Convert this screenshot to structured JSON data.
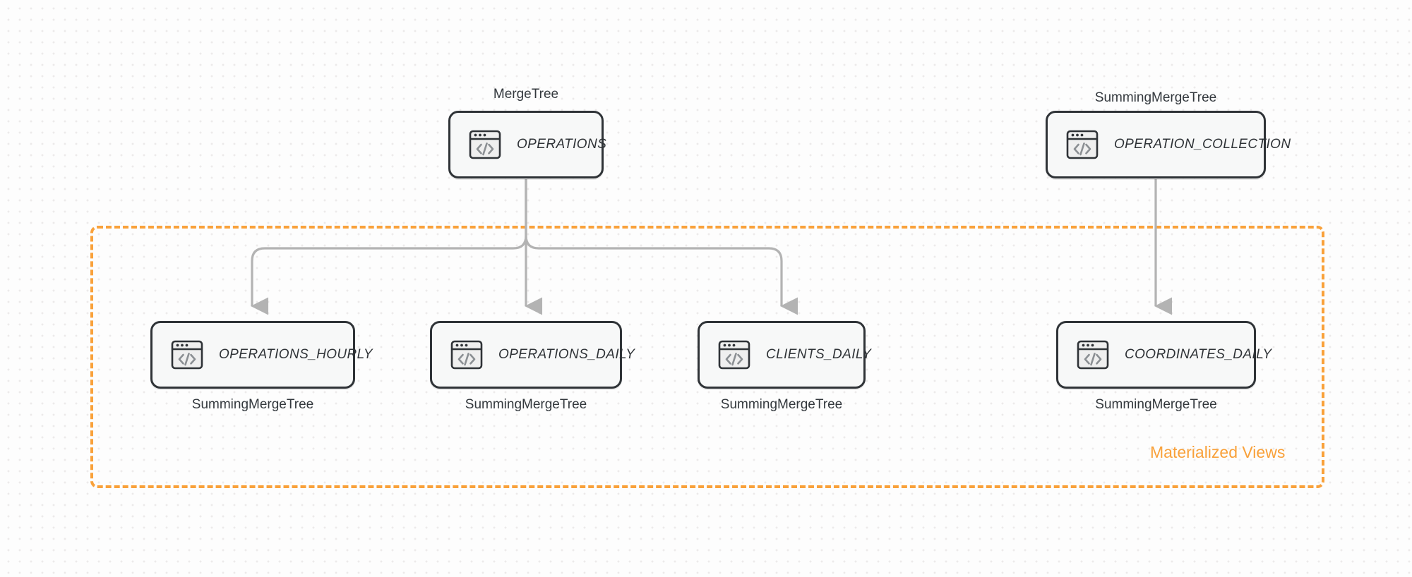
{
  "diagram": {
    "title_group": "Materialized Views",
    "accent_color": "#f9a13a",
    "node_border_color": "#2f3337",
    "node_fill_color": "#f7f8f8",
    "edge_color": "#b3b3b3",
    "background_color": "#fdfdfd",
    "dot_color": "#eceaea"
  },
  "nodes": [
    {
      "id": "operations",
      "label": "OPERATIONS",
      "engine": "MergeTree",
      "engine_position": "above",
      "icon": "code-window-icon"
    },
    {
      "id": "operation_collection",
      "label": "OPERATION_COLLECTION",
      "engine": "SummingMergeTree",
      "engine_position": "above",
      "icon": "code-window-icon"
    },
    {
      "id": "operations_hourly",
      "label": "OPERATIONS_HOURLY",
      "engine": "SummingMergeTree",
      "engine_position": "below",
      "icon": "code-window-icon"
    },
    {
      "id": "operations_daily",
      "label": "OPERATIONS_DAILY",
      "engine": "SummingMergeTree",
      "engine_position": "below",
      "icon": "code-window-icon"
    },
    {
      "id": "clients_daily",
      "label": "CLIENTS_DAILY",
      "engine": "SummingMergeTree",
      "engine_position": "below",
      "icon": "code-window-icon"
    },
    {
      "id": "coordinates_daily",
      "label": "COORDINATES_DAILY",
      "engine": "SummingMergeTree",
      "engine_position": "below",
      "icon": "code-window-icon"
    }
  ],
  "edges": [
    {
      "from": "operations",
      "to": "operations_hourly"
    },
    {
      "from": "operations",
      "to": "operations_daily"
    },
    {
      "from": "operations",
      "to": "clients_daily"
    },
    {
      "from": "operation_collection",
      "to": "coordinates_daily"
    }
  ]
}
